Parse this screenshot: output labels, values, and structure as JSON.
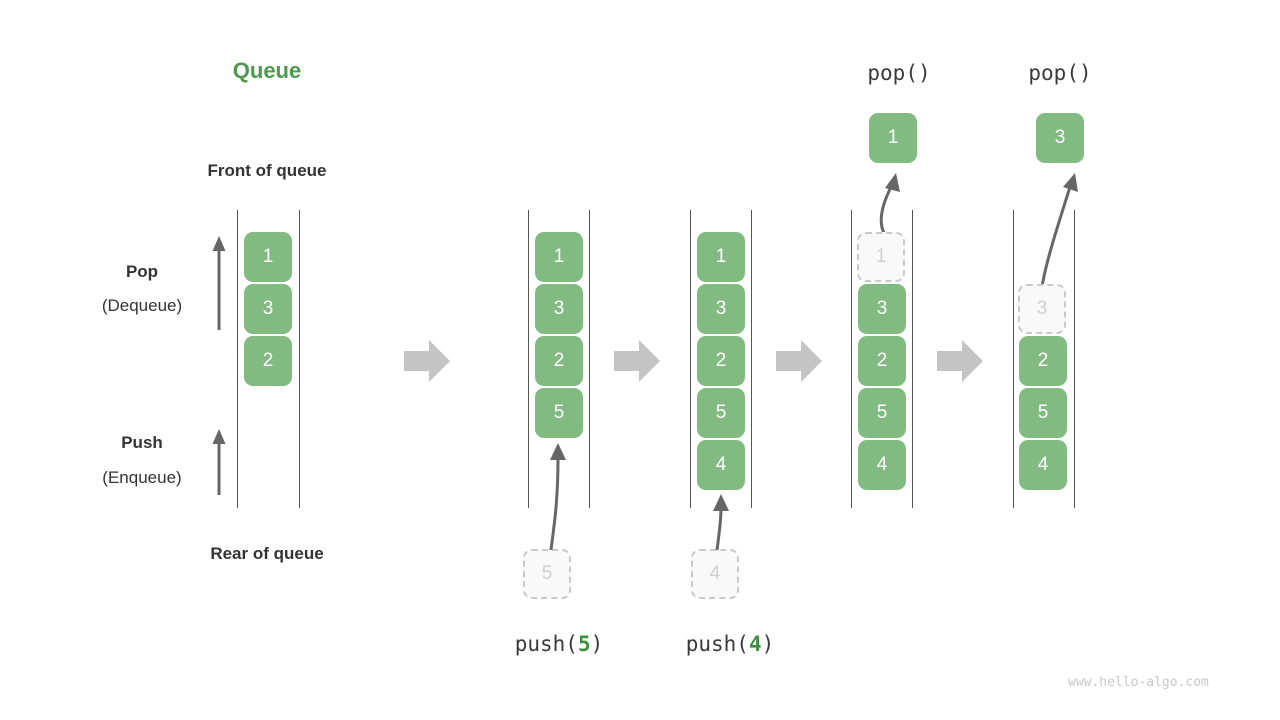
{
  "title": "Queue",
  "labels": {
    "front_of_queue": "Front of queue",
    "rear_of_queue": "Rear of queue",
    "pop": "Pop",
    "pop_sub": "(Dequeue)",
    "push": "Push",
    "push_sub": "(Enqueue)"
  },
  "colors": {
    "accent_green": "#4c9a4c",
    "cell_green": "#82bb82",
    "cell_text": "#ffffff",
    "ghost_fill": "#f9f9f9",
    "ghost_border": "#c9c9c9",
    "ghost_text": "#cfcfcf",
    "rail": "#555555",
    "transition_arrow": "#c4c4c4",
    "motion_arrow": "#666666",
    "text": "#333333",
    "watermark": "#c8c8c8"
  },
  "stages": [
    {
      "id": "initial",
      "caption": "",
      "cells": [
        {
          "value": "1",
          "state": "filled"
        },
        {
          "value": "3",
          "state": "filled"
        },
        {
          "value": "2",
          "state": "filled"
        }
      ],
      "incoming": null,
      "outgoing": null
    },
    {
      "id": "push-5",
      "caption_prefix": "push(",
      "caption_num": "5",
      "caption_suffix": ")",
      "cells": [
        {
          "value": "1",
          "state": "filled"
        },
        {
          "value": "3",
          "state": "filled"
        },
        {
          "value": "2",
          "state": "filled"
        },
        {
          "value": "5",
          "state": "filled"
        }
      ],
      "incoming": {
        "value": "5",
        "state": "ghost"
      },
      "outgoing": null
    },
    {
      "id": "push-4",
      "caption_prefix": "push(",
      "caption_num": "4",
      "caption_suffix": ")",
      "cells": [
        {
          "value": "1",
          "state": "filled"
        },
        {
          "value": "3",
          "state": "filled"
        },
        {
          "value": "2",
          "state": "filled"
        },
        {
          "value": "5",
          "state": "filled"
        },
        {
          "value": "4",
          "state": "filled"
        }
      ],
      "incoming": {
        "value": "4",
        "state": "ghost"
      },
      "outgoing": null
    },
    {
      "id": "pop-1",
      "caption": "pop()",
      "cells": [
        {
          "value": "1",
          "state": "ghost"
        },
        {
          "value": "3",
          "state": "filled"
        },
        {
          "value": "2",
          "state": "filled"
        },
        {
          "value": "5",
          "state": "filled"
        },
        {
          "value": "4",
          "state": "filled"
        }
      ],
      "incoming": null,
      "outgoing": {
        "value": "1",
        "state": "filled"
      }
    },
    {
      "id": "pop-3",
      "caption": "pop()",
      "cells": [
        {
          "value": "3",
          "state": "ghost"
        },
        {
          "value": "2",
          "state": "filled"
        },
        {
          "value": "5",
          "state": "filled"
        },
        {
          "value": "4",
          "state": "filled"
        }
      ],
      "incoming": null,
      "outgoing": {
        "value": "3",
        "state": "filled"
      }
    }
  ],
  "watermark": "www.hello-algo.com"
}
